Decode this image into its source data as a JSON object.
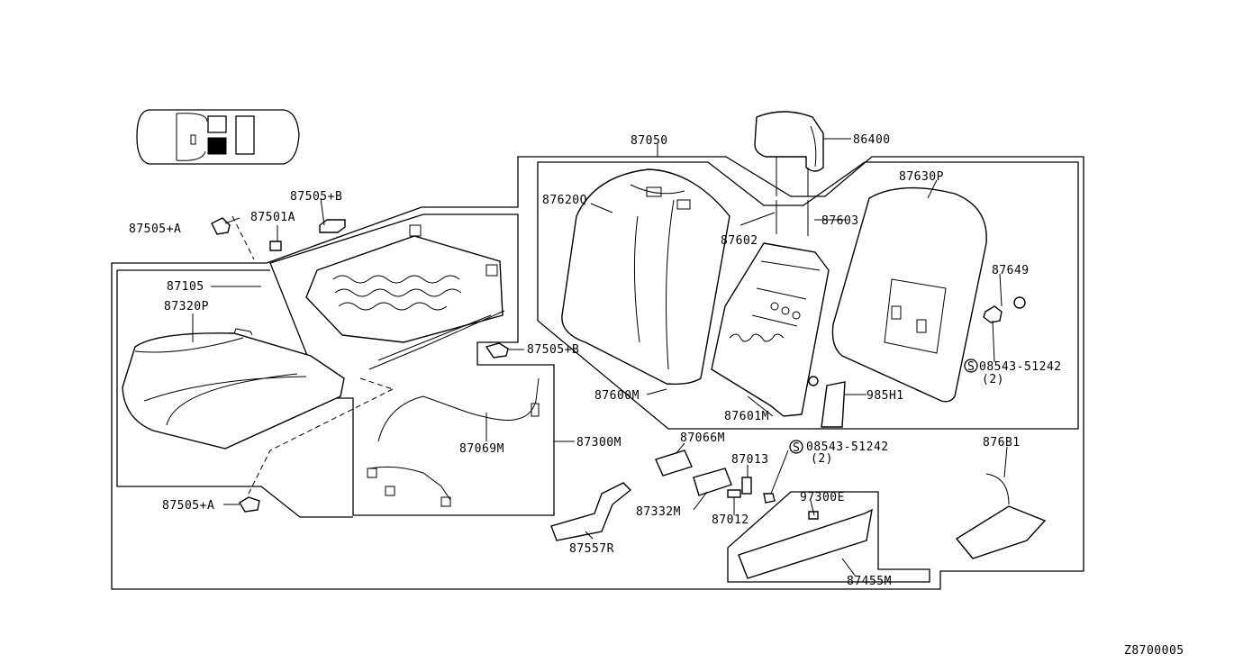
{
  "diagram_code": "Z8700005",
  "labels": {
    "l86400": "86400",
    "l87050": "87050",
    "l87630P": "87630P",
    "l87620Q": "87620Q",
    "l87602": "87602",
    "l87603": "87603",
    "l87649": "87649",
    "l08543a": "08543-51242",
    "l08543a_qty": "(2)",
    "l985H1": "985H1",
    "l87600M": "87600M",
    "l87601M": "87601M",
    "l87505B_top": "87505+B",
    "l87505A_top": "87505+A",
    "l87501A": "87501A",
    "l87105": "87105",
    "l87320P": "87320P",
    "l87505B_mid": "87505+B",
    "l87069M": "87069M",
    "l87300M": "87300M",
    "l87066M": "87066M",
    "l08543b": "08543-51242",
    "l08543b_qty": "(2)",
    "l87013": "87013",
    "l87332M": "87332M",
    "l87012": "87012",
    "l97300E": "97300E",
    "l87505A_bot": "87505+A",
    "l87557R": "87557R",
    "l87455M": "87455M",
    "l876B1": "876B1"
  },
  "icons": [
    "car-locator-icon",
    "screw-s-icon"
  ]
}
